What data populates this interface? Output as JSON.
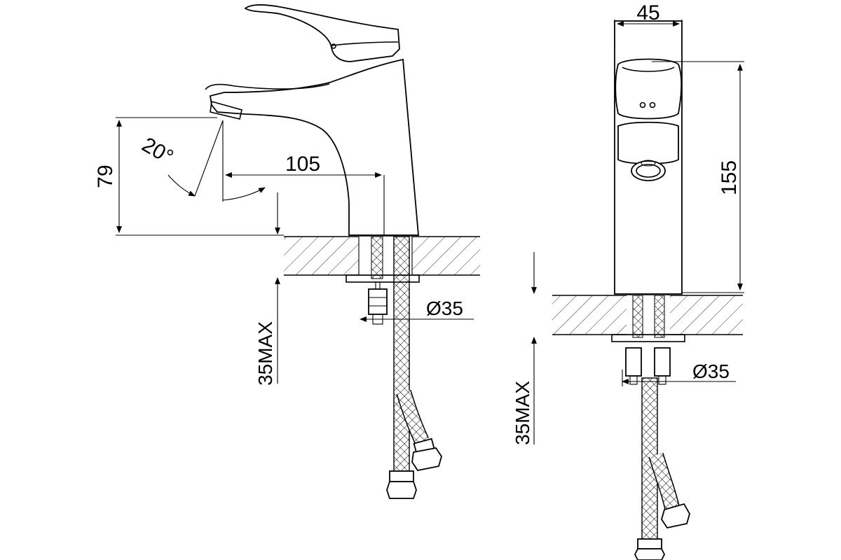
{
  "dimensions": {
    "side_height": "79",
    "side_angle": "20°",
    "side_reach": "105",
    "side_diameter": "Ø35",
    "side_max": "35MAX",
    "front_width": "45",
    "front_height": "155",
    "front_diameter": "Ø35",
    "front_max": "35MAX"
  },
  "colors": {
    "line": "#000000",
    "background": "#ffffff"
  }
}
